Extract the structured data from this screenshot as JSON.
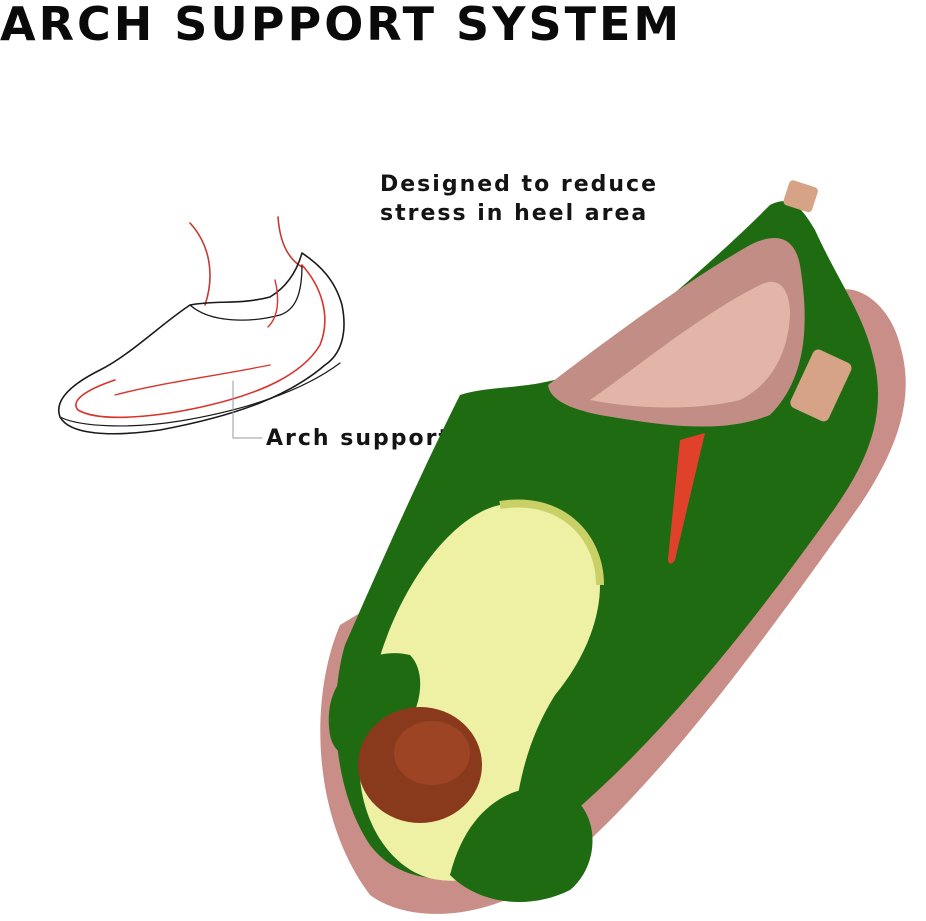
{
  "title": "ARCH SUPPORT SYSTEM",
  "callouts": {
    "heel_line1": "Designed to reduce",
    "heel_line2": "stress in heel area",
    "arch": "Arch support"
  },
  "colors": {
    "background": "#ffffff",
    "title_text": "#0a0a0a",
    "sketch_outline": "#1a1a1a",
    "sketch_accent": "#d9332b",
    "upper_green": "#1e6b12",
    "avocado_flesh": "#eef0a4",
    "avocado_pit": "#8a3a1c",
    "sole": "#c98e87",
    "elastic_gore": "#e0412a",
    "heel_tab": "#d6a386"
  },
  "images": {
    "sketch": "line-drawing-foot-in-shoe-with-arch-support",
    "product": "green-avocado-print-slip-on-shoe"
  }
}
